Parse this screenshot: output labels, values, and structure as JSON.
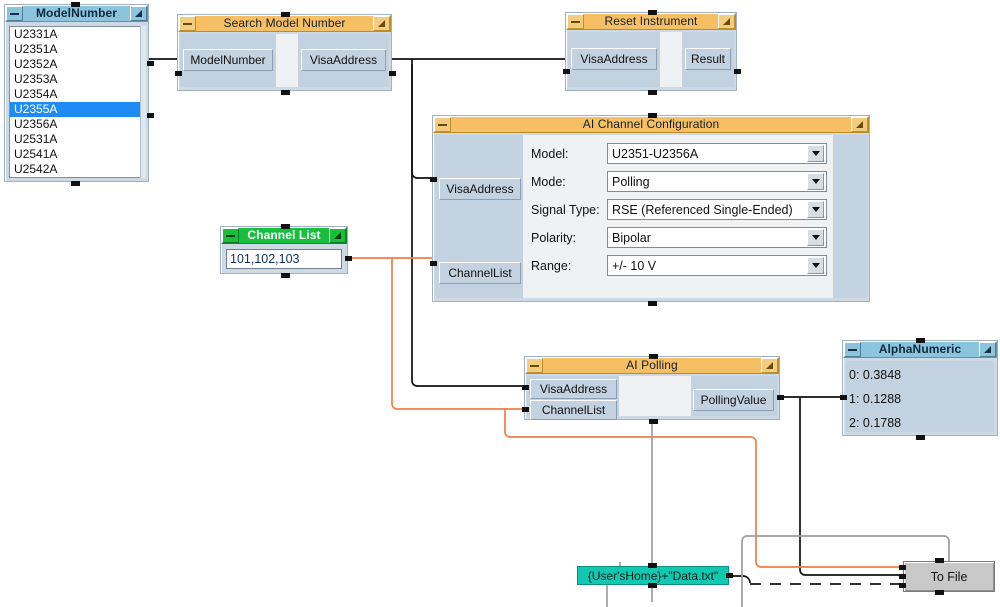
{
  "blocks": {
    "model_number": {
      "title": "ModelNumber",
      "items": [
        "U2331A",
        "U2351A",
        "U2352A",
        "U2353A",
        "U2354A",
        "U2355A",
        "U2356A",
        "U2531A",
        "U2541A",
        "U2542A"
      ],
      "selected": "U2355A",
      "selected_index": 5
    },
    "search_model_number": {
      "title": "Search Model Number",
      "input_label": "ModelNumber",
      "output_label": "VisaAddress"
    },
    "reset_instrument": {
      "title": "Reset Instrument",
      "input_label": "VisaAddress",
      "output_label": "Result"
    },
    "ai_channel_configuration": {
      "title": "AI Channel Configuration",
      "input_labels": [
        "VisaAddress",
        "ChannelList"
      ],
      "fields": [
        {
          "label": "Model:",
          "value": "U2351-U2356A"
        },
        {
          "label": "Mode:",
          "value": "Polling"
        },
        {
          "label": "Signal Type:",
          "value": "RSE (Referenced Single-Ended)"
        },
        {
          "label": "Polarity:",
          "value": "Bipolar"
        },
        {
          "label": "Range:",
          "value": "+/- 10 V"
        }
      ]
    },
    "channel_list": {
      "title": "Channel List",
      "value": "101,102,103"
    },
    "ai_polling": {
      "title": "AI Polling",
      "input_labels": [
        "VisaAddress",
        "ChannelList"
      ],
      "output_label": "PollingValue"
    },
    "alpha_numeric": {
      "title": "AlphaNumeric",
      "lines": [
        "0: 0.3848",
        "1: 0.1288",
        "2: 0.1788"
      ]
    },
    "expression": {
      "text": "{User'sHome}+\"Data.txt\""
    },
    "to_file": {
      "label": "To File"
    }
  },
  "colors": {
    "title_orange": "#f7bf63",
    "title_blue": "#8cc3dd",
    "title_green": "#17bf3d",
    "panel_face": "#c3d2e0",
    "selection_blue": "#1f8cf5",
    "expression_teal": "#12c8b0",
    "wire_black": "#111111",
    "wire_orange": "#ee7f45",
    "wire_grey": "#9e9e9e"
  }
}
